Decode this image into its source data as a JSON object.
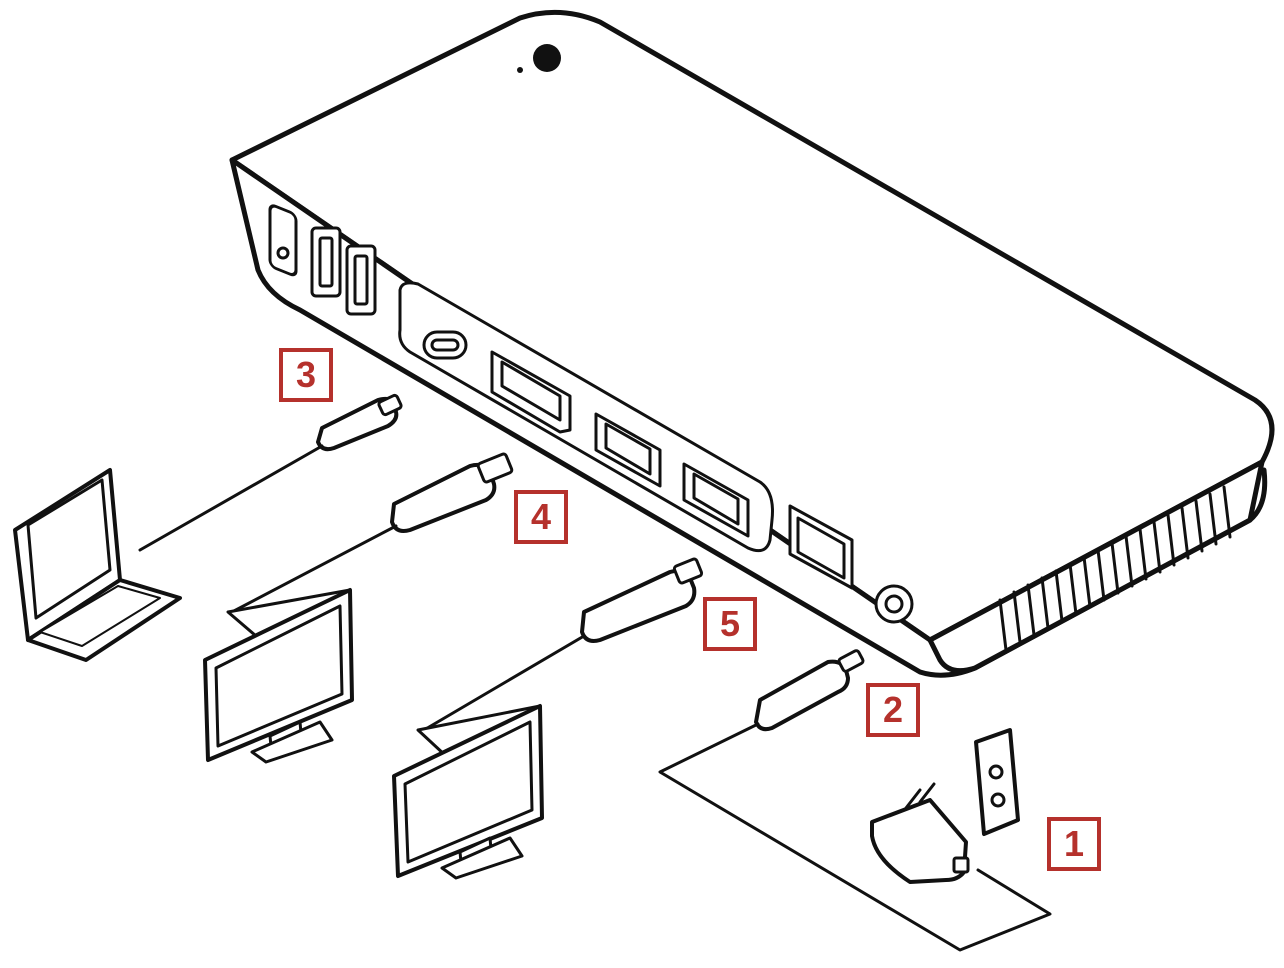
{
  "colors": {
    "stroke": "#111111",
    "fill": "#ffffff",
    "label_accent": "#b5312c",
    "panel": "#f4f4f4"
  },
  "steps": [
    {
      "id": "1",
      "label": "1",
      "target": "power-adapter-and-wall-outlet"
    },
    {
      "id": "2",
      "label": "2",
      "target": "dc-power-plug"
    },
    {
      "id": "3",
      "label": "3",
      "target": "usb-c-host-cable-to-laptop"
    },
    {
      "id": "4",
      "label": "4",
      "target": "hdmi-cable-to-monitor"
    },
    {
      "id": "5",
      "label": "5",
      "target": "displayport-cable-to-monitor"
    }
  ],
  "icons": [
    "docking-station-icon",
    "power-button-icon",
    "usb-a-port-icon",
    "usb-c-port-icon",
    "hdmi-port-icon",
    "displayport-port-icon",
    "ethernet-port-icon",
    "dc-in-port-icon",
    "laptop-icon",
    "monitor-icon",
    "power-adapter-icon",
    "wall-outlet-icon"
  ]
}
